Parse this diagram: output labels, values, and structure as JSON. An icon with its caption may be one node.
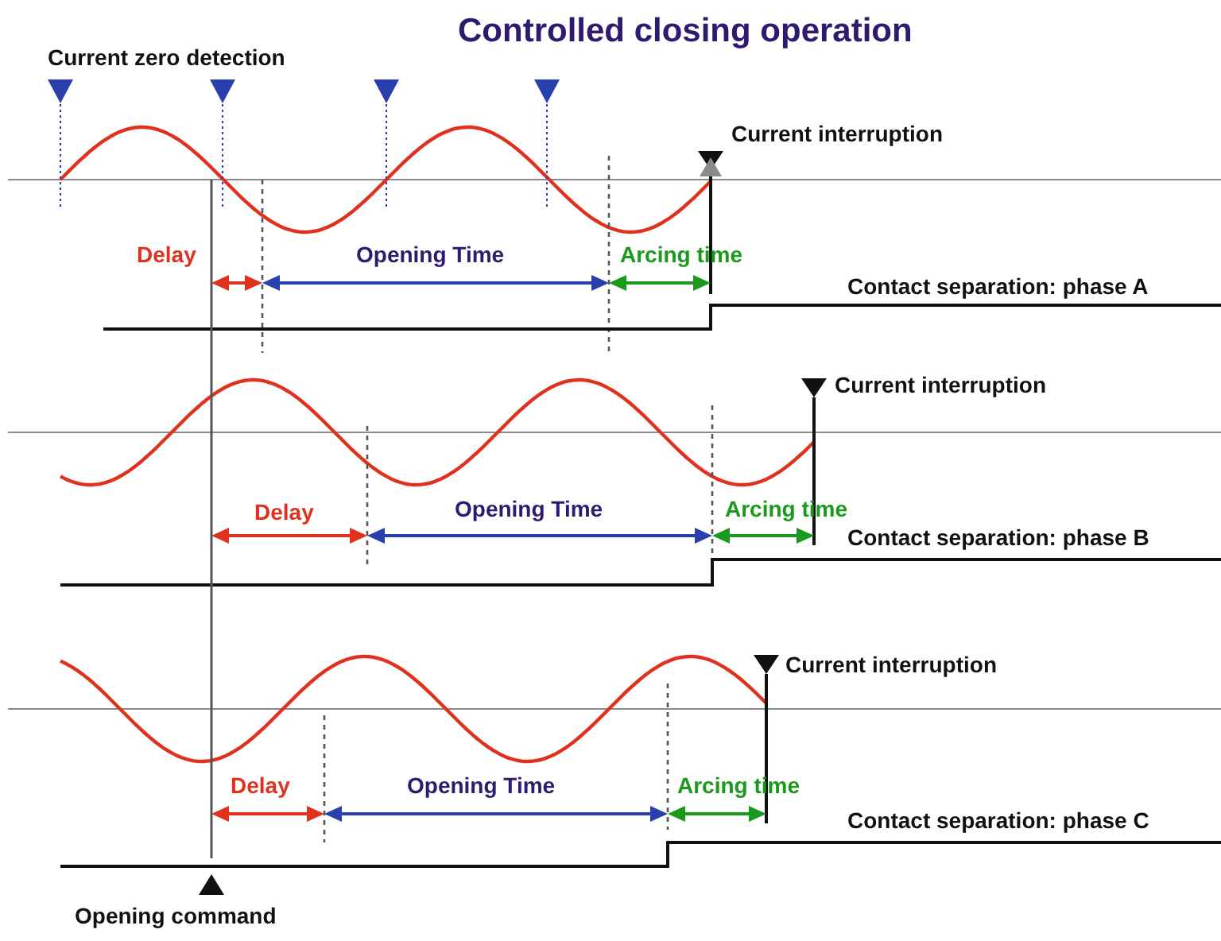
{
  "diagram": {
    "title": "Controlled closing operation",
    "labels": [
      "Current zero detection",
      "Current interruption",
      "Delay",
      "Opening Time",
      "Arcing time",
      "Contact separation: phase A",
      "Current interruption",
      "Delay",
      "Opening Time",
      "Arcing time",
      "Contact separation: phase B",
      "Current interruption",
      "Delay",
      "Opening Time",
      "Arcing time",
      "Contact separation: phase C",
      "Opening command"
    ]
  }
}
